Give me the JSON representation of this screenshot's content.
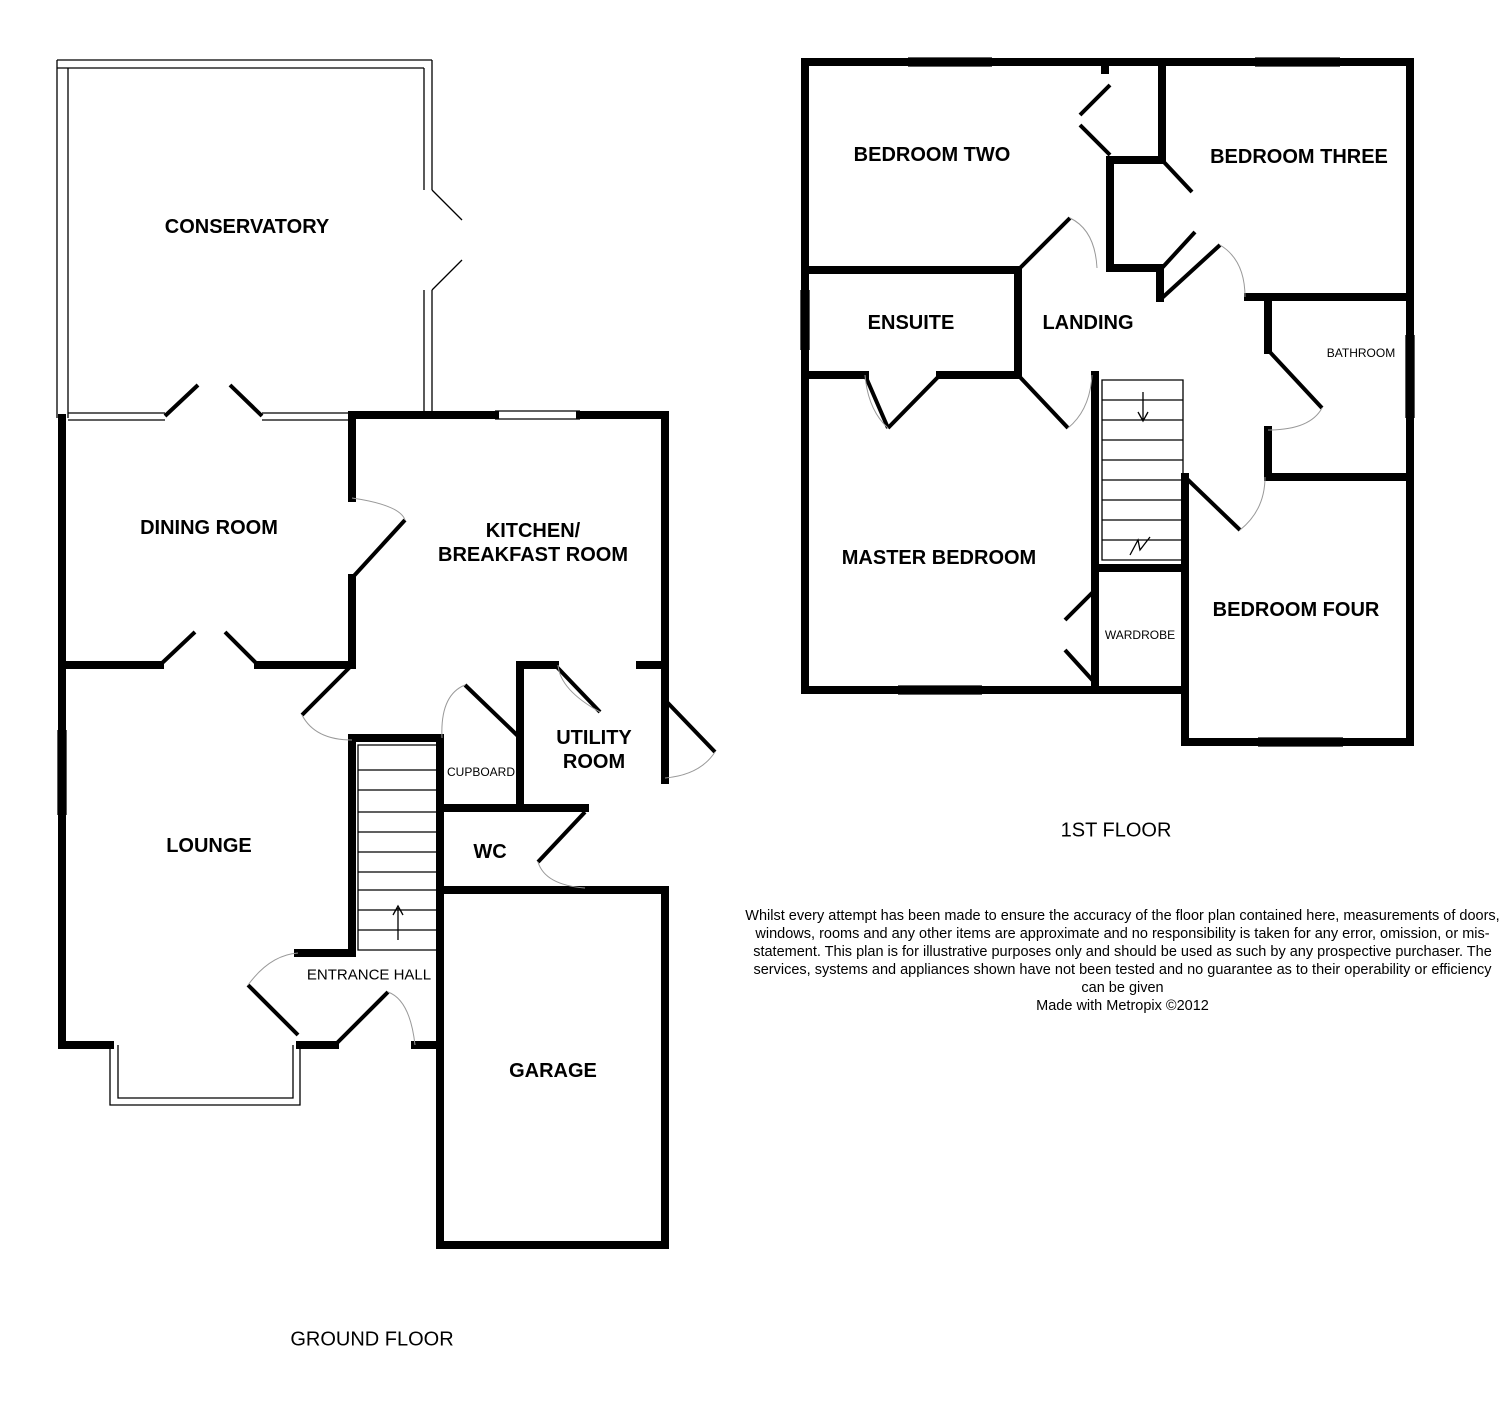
{
  "ground_floor": {
    "title": "GROUND FLOOR",
    "rooms": {
      "conservatory": "CONSERVATORY",
      "dining_room": "DINING ROOM",
      "kitchen": "KITCHEN/\nBREAKFAST ROOM",
      "lounge": "LOUNGE",
      "utility_room": "UTILITY\nROOM",
      "cupboard": "CUPBOARD",
      "wc": "WC",
      "entrance_hall": "ENTRANCE HALL",
      "garage": "GARAGE"
    }
  },
  "first_floor": {
    "title": "1ST FLOOR",
    "rooms": {
      "bedroom_two": "BEDROOM TWO",
      "bedroom_three": "BEDROOM THREE",
      "ensuite": "ENSUITE",
      "landing": "LANDING",
      "bathroom": "BATHROOM",
      "master_bedroom": "MASTER BEDROOM",
      "wardrobe": "WARDROBE",
      "bedroom_four": "BEDROOM FOUR"
    }
  },
  "disclaimer": "Whilst every attempt has been made to ensure the accuracy of the floor plan contained here, measurements of doors, windows, rooms and any other items are approximate and no responsibility is taken for any error, omission, or mis-statement. This plan is for illustrative purposes only and should be used as such by any prospective purchaser. The services, systems and appliances shown have not been tested and no guarantee as to their operability or efficiency can be given",
  "credit": "Made with Metropix ©2012"
}
